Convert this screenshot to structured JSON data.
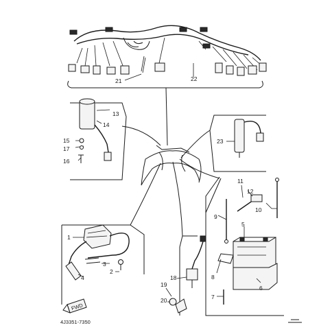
{
  "labels": {
    "p1": "1",
    "p2": "2",
    "p3": "3",
    "p4": "4",
    "p5": "5",
    "p6": "6",
    "p7": "7",
    "p8": "8",
    "p9": "9",
    "p10": "10",
    "p11": "11",
    "p12": "12",
    "p13": "13",
    "p14": "14",
    "p15": "15",
    "p16": "16",
    "p17": "17",
    "p18": "18",
    "p19": "19",
    "p20": "20",
    "p21": "21",
    "p22": "22",
    "p23": "23"
  },
  "front_mark": "FWD",
  "drawing_code": "4J3351-7350",
  "colors": {
    "ink": "#1a1a1a",
    "paper": "#ffffff"
  }
}
